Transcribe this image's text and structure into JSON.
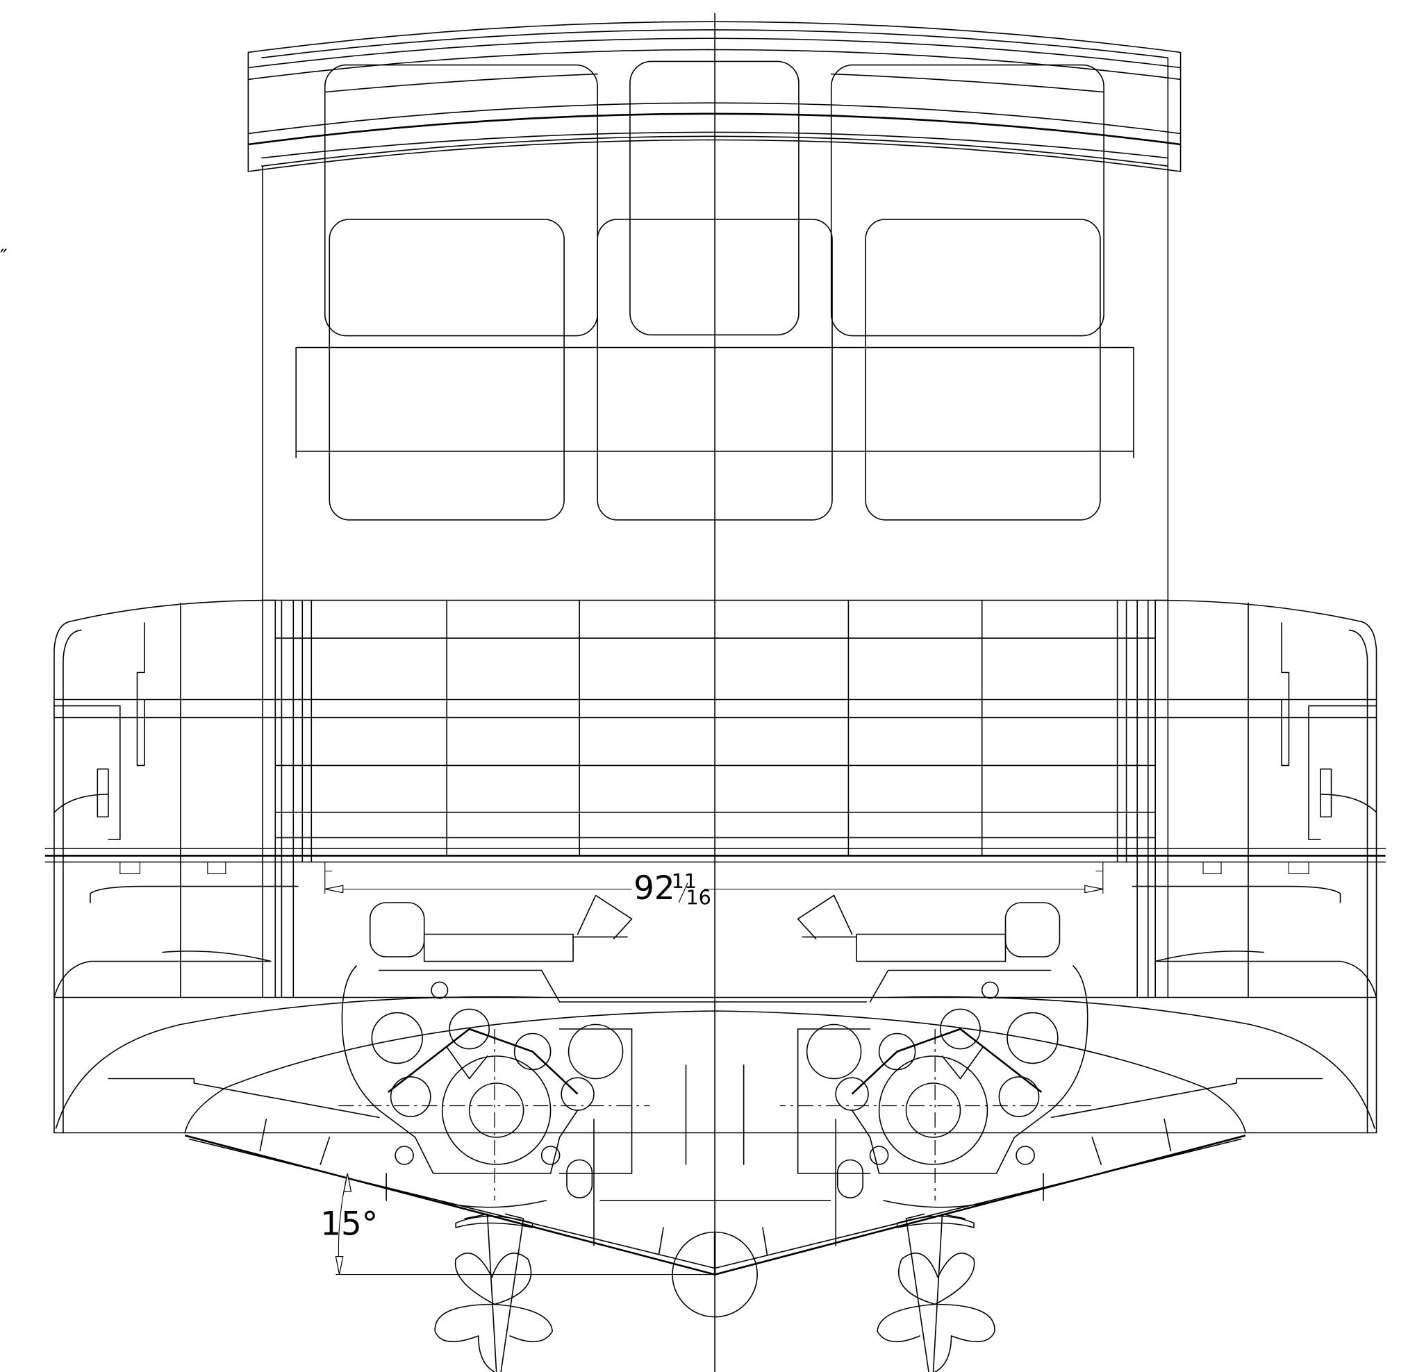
{
  "dimensions": {
    "beam_whole": "92",
    "beam_frac_num": "11",
    "beam_frac_den": "16",
    "deadrise_angle": "15°",
    "margin_mark": "″"
  }
}
